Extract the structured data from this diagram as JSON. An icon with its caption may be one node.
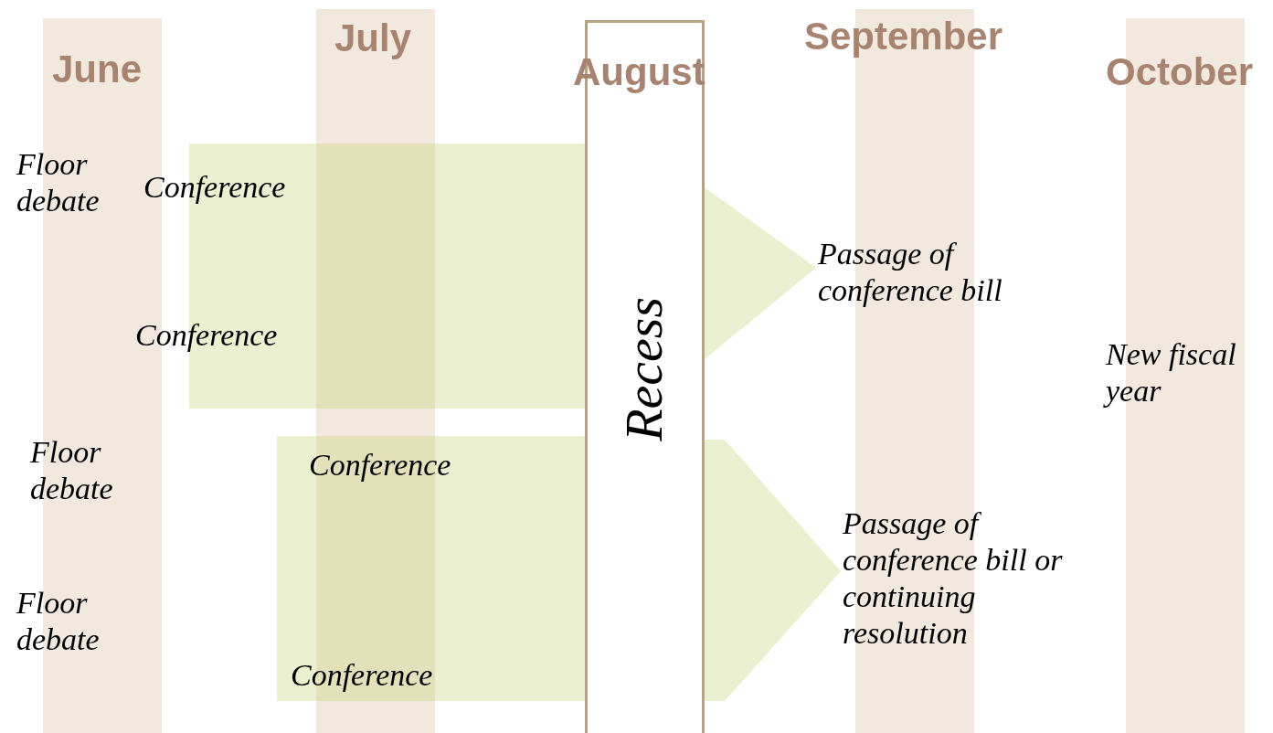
{
  "diagram": {
    "nodes": [
      {
        "text": [
          "June"
        ]
      },
      {
        "text": [
          "July"
        ]
      },
      {
        "text": [
          "August",
          "Recess"
        ]
      },
      {
        "text": [
          "September"
        ]
      },
      {
        "text": [
          "October"
        ]
      },
      {
        "text": [
          "Conference",
          "Conference"
        ]
      },
      {
        "text": [
          "Passage of conference bill"
        ]
      },
      {
        "text": [
          "Conference",
          "Conference"
        ]
      },
      {
        "text": [
          "Passage of conference bill or continuing resolution"
        ]
      }
    ],
    "edges": [
      {
        "from": 5,
        "to": 6,
        "arrow": "to"
      },
      {
        "from": 7,
        "to": 8,
        "arrow": "to"
      }
    ],
    "labels": [
      "Floor debate",
      "Floor debate",
      "Floor debate",
      "New fiscal year"
    ]
  }
}
